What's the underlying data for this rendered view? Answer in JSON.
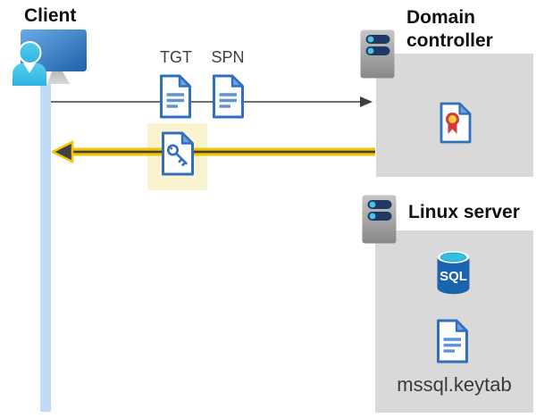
{
  "client": {
    "label": "Client"
  },
  "tickets": {
    "tgt": "TGT",
    "spn": "SPN"
  },
  "domain_controller": {
    "label_line1": "Domain",
    "label_line2": "controller"
  },
  "linux_server": {
    "label": "Linux server",
    "sql_badge": "SQL",
    "keytab_filename": "mssql.keytab"
  },
  "icons": {
    "client": "person-at-computer-icon",
    "domain_controller": "server-icon",
    "linux_server": "server-icon",
    "tgt": "document-icon",
    "spn": "document-icon",
    "session_ticket": "document-with-key-icon",
    "certificate": "certificate-document-icon",
    "database": "sql-database-cylinder-icon",
    "keytab": "document-icon"
  },
  "colors": {
    "doc_border_blue": "#2e6fbf",
    "doc_fold_blue": "#6fa0d8",
    "doc_line_blue": "#5e94d6",
    "person_cyan": "#3ec1e8",
    "monitor_blue": "#2163ac",
    "server_bar_navy": "#1f3864",
    "server_dot_cyan": "#4ec3ea",
    "request_arrow_gray": "#595959",
    "arrowhead_dark": "#3f3f3f",
    "response_arrow_yellow": "#f2c500",
    "highlight_yellow": "#faf3cf",
    "box_gray": "#d9d9d9",
    "lifeline_blue": "#c1dbf7",
    "sql_body_blue": "#1a63ae",
    "sql_top_cyan": "#35bee2",
    "certificate_red": "#d3393e",
    "certificate_gold": "#ffce33"
  }
}
